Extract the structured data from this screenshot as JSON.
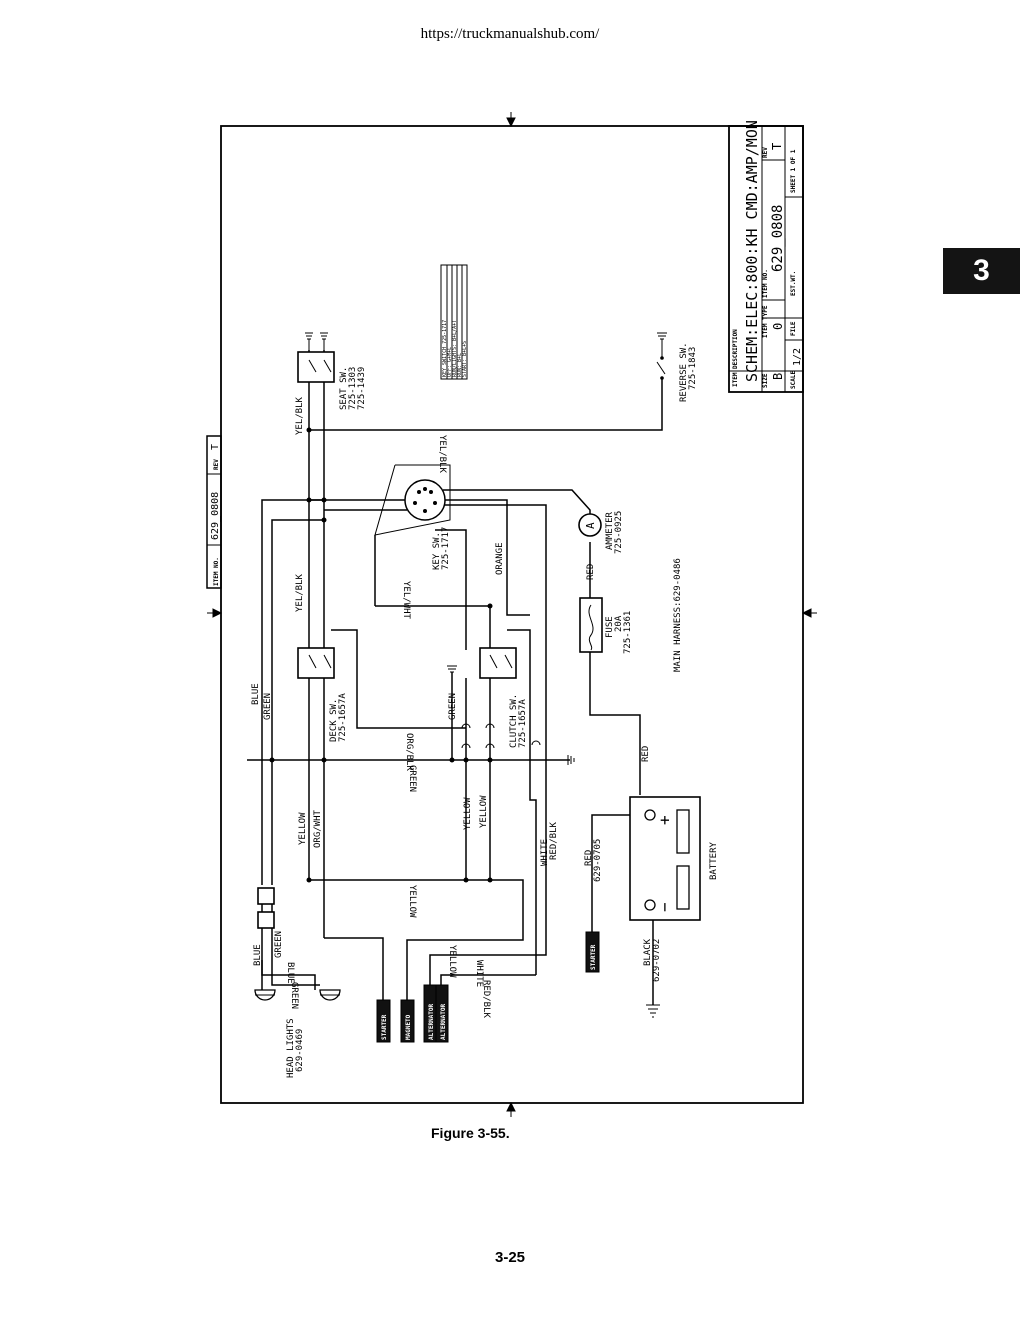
{
  "header": {
    "url": "https://truckmanualshub.com/"
  },
  "section_tab": "3",
  "title_block": {
    "item_description_label": "ITEM DESCRIPTION",
    "description": "SCHEM:ELEC:800:KH CMD:AMP/MON",
    "rev_label": "REV",
    "rev_value": "T",
    "item_no_label": "ITEM NO.",
    "item_no": "629_0808",
    "item_type_label": "ITEM TYPE",
    "item_type": "0",
    "size_label": "SIZE",
    "size": "B",
    "sheet_label": "SHEET 1 OF 1",
    "scale_label": "SCALE",
    "scale": "1/2",
    "file_label": "FILE",
    "est_wt_label": "EST.WT."
  },
  "left_title_block": {
    "item_no_label": "ITEM NO.",
    "item_no": "629_0808",
    "rev_label": "REV",
    "rev_value": "T"
  },
  "key_switch_table": {
    "header": "KEY SWITCH 725-1717",
    "rows": [
      "OFF: G+M+L",
      "RUN/LIGHTS: B+L/A+T",
      "RUN: B+L",
      "START: B+L+S"
    ]
  },
  "components": {
    "seat_sw": [
      "SEAT SW.",
      "725-1303",
      "725-1439"
    ],
    "reverse_sw": [
      "REVERSE SW.",
      "725-1843"
    ],
    "key_sw": [
      "KEY SW.",
      "725-1717"
    ],
    "ammeter": [
      "AMMETER",
      "725-0925"
    ],
    "ammeter_symbol": "A",
    "fuse": [
      "FUSE",
      "20A",
      "725-1361"
    ],
    "main_harness": "MAIN HARNESS:629-0486",
    "deck_sw": [
      "DECK SW.",
      "725-1657A"
    ],
    "clutch_sw": [
      "CLUTCH SW.",
      "725-1657A"
    ],
    "battery": "BATTERY",
    "battery_plus": "+",
    "battery_minus": "−",
    "red_cable": [
      "RED",
      "629-0705"
    ],
    "black_cable": [
      "BLACK",
      "629-0702"
    ],
    "head_lights": [
      "HEAD LIGHTS",
      "629-0469"
    ],
    "starter_tag": "STARTER"
  },
  "connectors": [
    "STARTER",
    "MAGNETO",
    "ALTERNATOR",
    "ALTERNATOR"
  ],
  "wire_labels": {
    "yel_blk": "YEL/BLK",
    "yel_wht": "YEL/WHT",
    "orange": "ORANGE",
    "red": "RED",
    "green": "GREEN",
    "org_blk": "ORG/BLK",
    "yellow": "YELLOW",
    "org_wht": "ORG/WHT",
    "white": "WHITE",
    "red_blk": "RED/BLK",
    "blue": "BLUE"
  },
  "caption": "Figure 3-55.",
  "page_number": "3-25"
}
